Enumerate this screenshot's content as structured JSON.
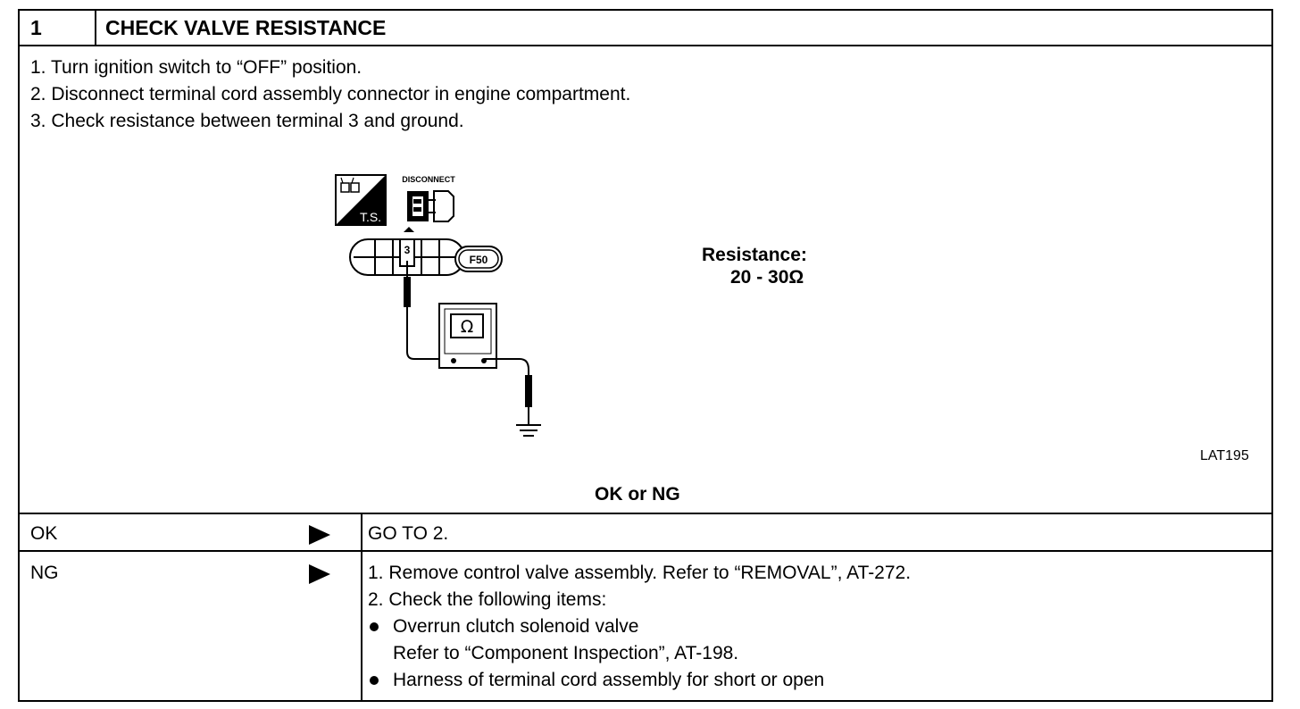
{
  "header": {
    "step_number": "1",
    "title": "CHECK VALVE RESISTANCE"
  },
  "instructions": [
    "1.  Turn ignition switch to “OFF” position.",
    "2.  Disconnect terminal cord assembly connector in engine compartment.",
    "3.  Check resistance between terminal 3 and ground."
  ],
  "figure": {
    "disconnect_label": "DISCONNECT",
    "ts_label": "T.S.",
    "terminal_number": "3",
    "connector_code": "F50",
    "meter_symbol": "Ω",
    "figure_id": "LAT195"
  },
  "spec": {
    "label": "Resistance:",
    "value": "20 - 30Ω"
  },
  "result_prompt": "OK or NG",
  "results": {
    "ok": {
      "label": "OK",
      "action": "GO TO 2."
    },
    "ng": {
      "label": "NG",
      "lines": [
        "1.  Remove control valve assembly. Refer to “REMOVAL”, AT-272.",
        "2.  Check the following items:",
        "Overrun clutch solenoid valve",
        "Refer to “Component Inspection”, AT-198.",
        "Harness of terminal cord assembly for short or open"
      ]
    }
  }
}
